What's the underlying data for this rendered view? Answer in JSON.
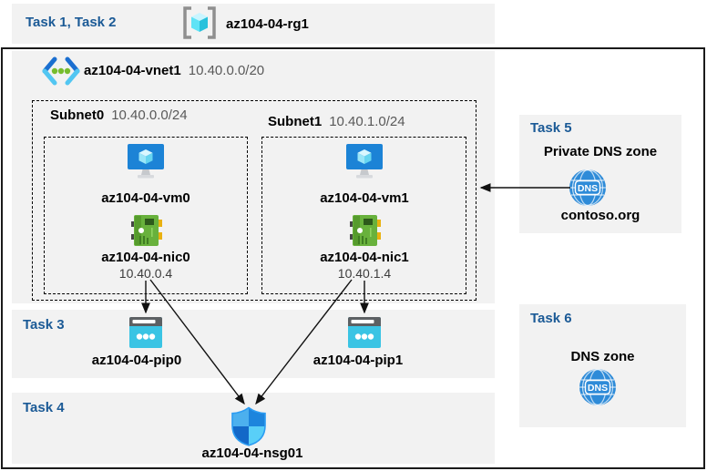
{
  "colors": {
    "accent_blue": "#1b5a96",
    "panel_gray": "#f2f2f2",
    "pip_cyan": "#3ac4e4",
    "nic_green": "#68b13c",
    "vm_blue": "#1c83d6",
    "dns_blue": "#2e8bd8"
  },
  "header": {
    "task_label": "Task 1, Task 2",
    "rg_name": "az104-04-rg1"
  },
  "vnet": {
    "name": "az104-04-vnet1",
    "cidr": "10.40.0.0/20",
    "subnets": [
      {
        "name": "Subnet0",
        "cidr": "10.40.0.0/24",
        "vm": "az104-04-vm0",
        "nic": "az104-04-nic0",
        "ip": "10.40.0.4"
      },
      {
        "name": "Subnet1",
        "cidr": "10.40.1.0/24",
        "vm": "az104-04-vm1",
        "nic": "az104-04-nic1",
        "ip": "10.40.1.4"
      }
    ]
  },
  "task3": {
    "label": "Task 3",
    "pips": [
      "az104-04-pip0",
      "az104-04-pip1"
    ]
  },
  "task4": {
    "label": "Task 4",
    "nsg": "az104-04-nsg01"
  },
  "task5": {
    "label": "Task 5",
    "title": "Private DNS zone",
    "zone": "contoso.org"
  },
  "task6": {
    "label": "Task 6",
    "title": "DNS zone"
  },
  "icons": {
    "dns_label": "DNS",
    "names": [
      "resource-group-icon",
      "virtual-network-icon",
      "virtual-machine-icon",
      "network-interface-icon",
      "public-ip-icon",
      "network-security-group-icon",
      "dns-zone-icon"
    ]
  }
}
